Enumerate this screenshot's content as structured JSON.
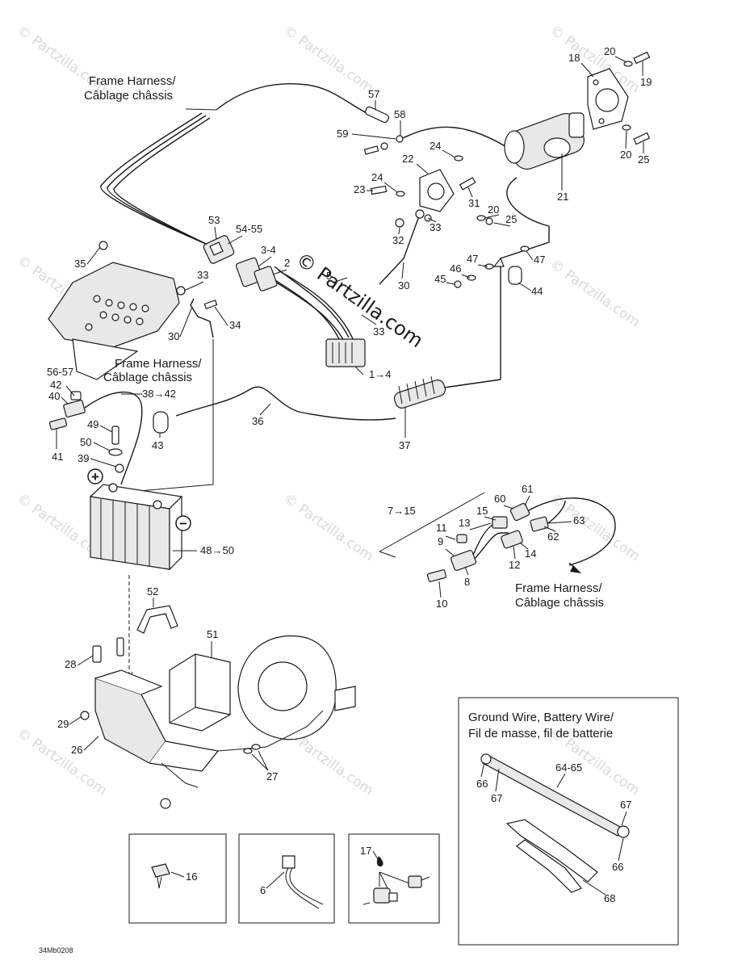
{
  "watermark": "© Partzilla.com",
  "center_watermark": "© Partzilla.com",
  "captions": {
    "frame_harness_top_1": "Frame Harness/",
    "frame_harness_top_2": "Câblage châssis",
    "frame_harness_mid_1": "Frame Harness/",
    "frame_harness_mid_2": "Câblage châssis",
    "frame_harness_right_1": "Frame Harness/",
    "frame_harness_right_2": "Câblage châssis",
    "ground_wire_1": "Ground Wire, Battery Wire/",
    "ground_wire_2": "Fil de masse, fil de batterie"
  },
  "callouts": {
    "c57": "57",
    "c58": "58",
    "c59": "59",
    "c18": "18",
    "c20a": "20",
    "c19": "19",
    "c20b": "20",
    "c25a": "25",
    "c24a": "24",
    "c22": "22",
    "c24b": "24",
    "c23": "23",
    "c31": "31",
    "c21": "21",
    "c20c": "20",
    "c25b": "25",
    "c33a": "33",
    "c32": "32",
    "c53": "53",
    "c5455": "54-55",
    "c34a": "3-4",
    "c2": "2",
    "c5": "5",
    "c35": "35",
    "c33b": "33",
    "c34": "34",
    "c30a": "30",
    "c30b": "30",
    "c33c": "33",
    "c14": "1→4",
    "c47a": "47",
    "c47b": "47",
    "c46": "46",
    "c45": "45",
    "c44": "44",
    "c5657": "56-57",
    "c42": "42",
    "c40": "40",
    "c3842": "38→42",
    "c49": "49",
    "c41": "41",
    "c50": "50",
    "c39": "39",
    "c43": "43",
    "c36": "36",
    "c37": "37",
    "c4850": "48→50",
    "c715": "7→15",
    "c11": "11",
    "c13": "13",
    "c15": "15",
    "c60": "60",
    "c61": "61",
    "c63": "63",
    "c62": "62",
    "c9": "9",
    "c12": "12",
    "c14b": "14",
    "c8": "8",
    "c10": "10",
    "c52": "52",
    "c51": "51",
    "c28": "28",
    "c29": "29",
    "c26": "26",
    "c27": "27",
    "c6465": "64-65",
    "c66a": "66",
    "c67a": "67",
    "c67b": "67",
    "c66b": "66",
    "c68": "68",
    "c16": "16",
    "c6": "6",
    "c17": "17"
  },
  "symbols": {
    "plus": "+",
    "minus": "−"
  },
  "diagram_code": "34Mb0208"
}
